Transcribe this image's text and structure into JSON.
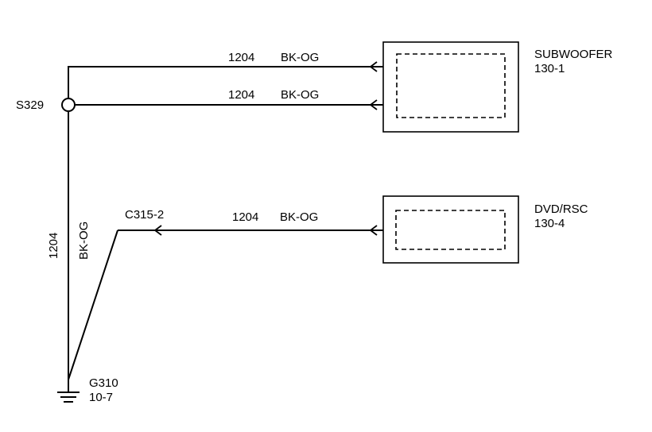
{
  "components": {
    "subwoofer": {
      "name": "SUBWOOFER",
      "ref": "130-1"
    },
    "dvd": {
      "name": "DVD/RSC",
      "ref": "130-4"
    }
  },
  "splice": {
    "label": "S329"
  },
  "ground": {
    "label": "G310",
    "ref": "10-7"
  },
  "connector": {
    "label": "C315-2"
  },
  "wires": {
    "top": {
      "circuit": "1204",
      "color": "BK-OG"
    },
    "middle": {
      "circuit": "1204",
      "color": "BK-OG"
    },
    "lower": {
      "circuit": "1204",
      "color": "BK-OG"
    },
    "vertical": {
      "circuit": "1204",
      "color": "BK-OG"
    }
  },
  "colors": {
    "line": "#000000",
    "background": "#ffffff"
  }
}
